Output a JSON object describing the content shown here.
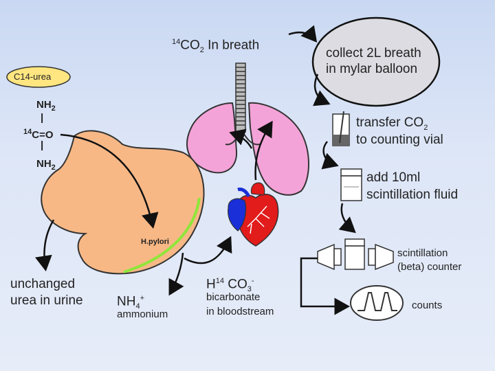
{
  "breath_label": {
    "pre": "14",
    "co": "CO",
    "sub": "2",
    "rest": " In breath"
  },
  "urea_badge": "C14-urea",
  "molecule": {
    "nh2_top": "NH",
    "nh2_top_sub": "2",
    "bar": "|",
    "iso": "14",
    "carbon": "C=O",
    "bar2": "|",
    "nh2_bottom": "NH",
    "nh2_bottom_sub": "2"
  },
  "balloon": {
    "line1": "collect 2L breath",
    "line2": "in mylar balloon"
  },
  "vial_transfer": {
    "line1_pre": "transfer CO",
    "line1_sub": "2",
    "line2": "to counting vial"
  },
  "fluid": {
    "line1": "add 10ml",
    "line2": "scintillation fluid"
  },
  "counter": {
    "line1": "scintillation",
    "line2": "(beta) counter"
  },
  "counts": "counts",
  "hpylori": "H.pylori",
  "urine": {
    "line1": "unchanged",
    "line2": "urea in urine"
  },
  "ammonium": {
    "formula": "NH",
    "sub": "4",
    "sup": "+",
    "name": "ammonium"
  },
  "bicarbonate": {
    "h": "H",
    "iso": "14",
    "co": " CO",
    "sub": "3",
    "sup": "-",
    "line2": "bicarbonate",
    "line3": "in bloodstream"
  },
  "colors": {
    "stomach": "#f7b886",
    "lungs": "#f4a3d8",
    "heart_red": "#e21b1b",
    "heart_blue": "#1a2fd8",
    "balloon": "#dcdce2",
    "green_lining": "#8ee63a"
  }
}
